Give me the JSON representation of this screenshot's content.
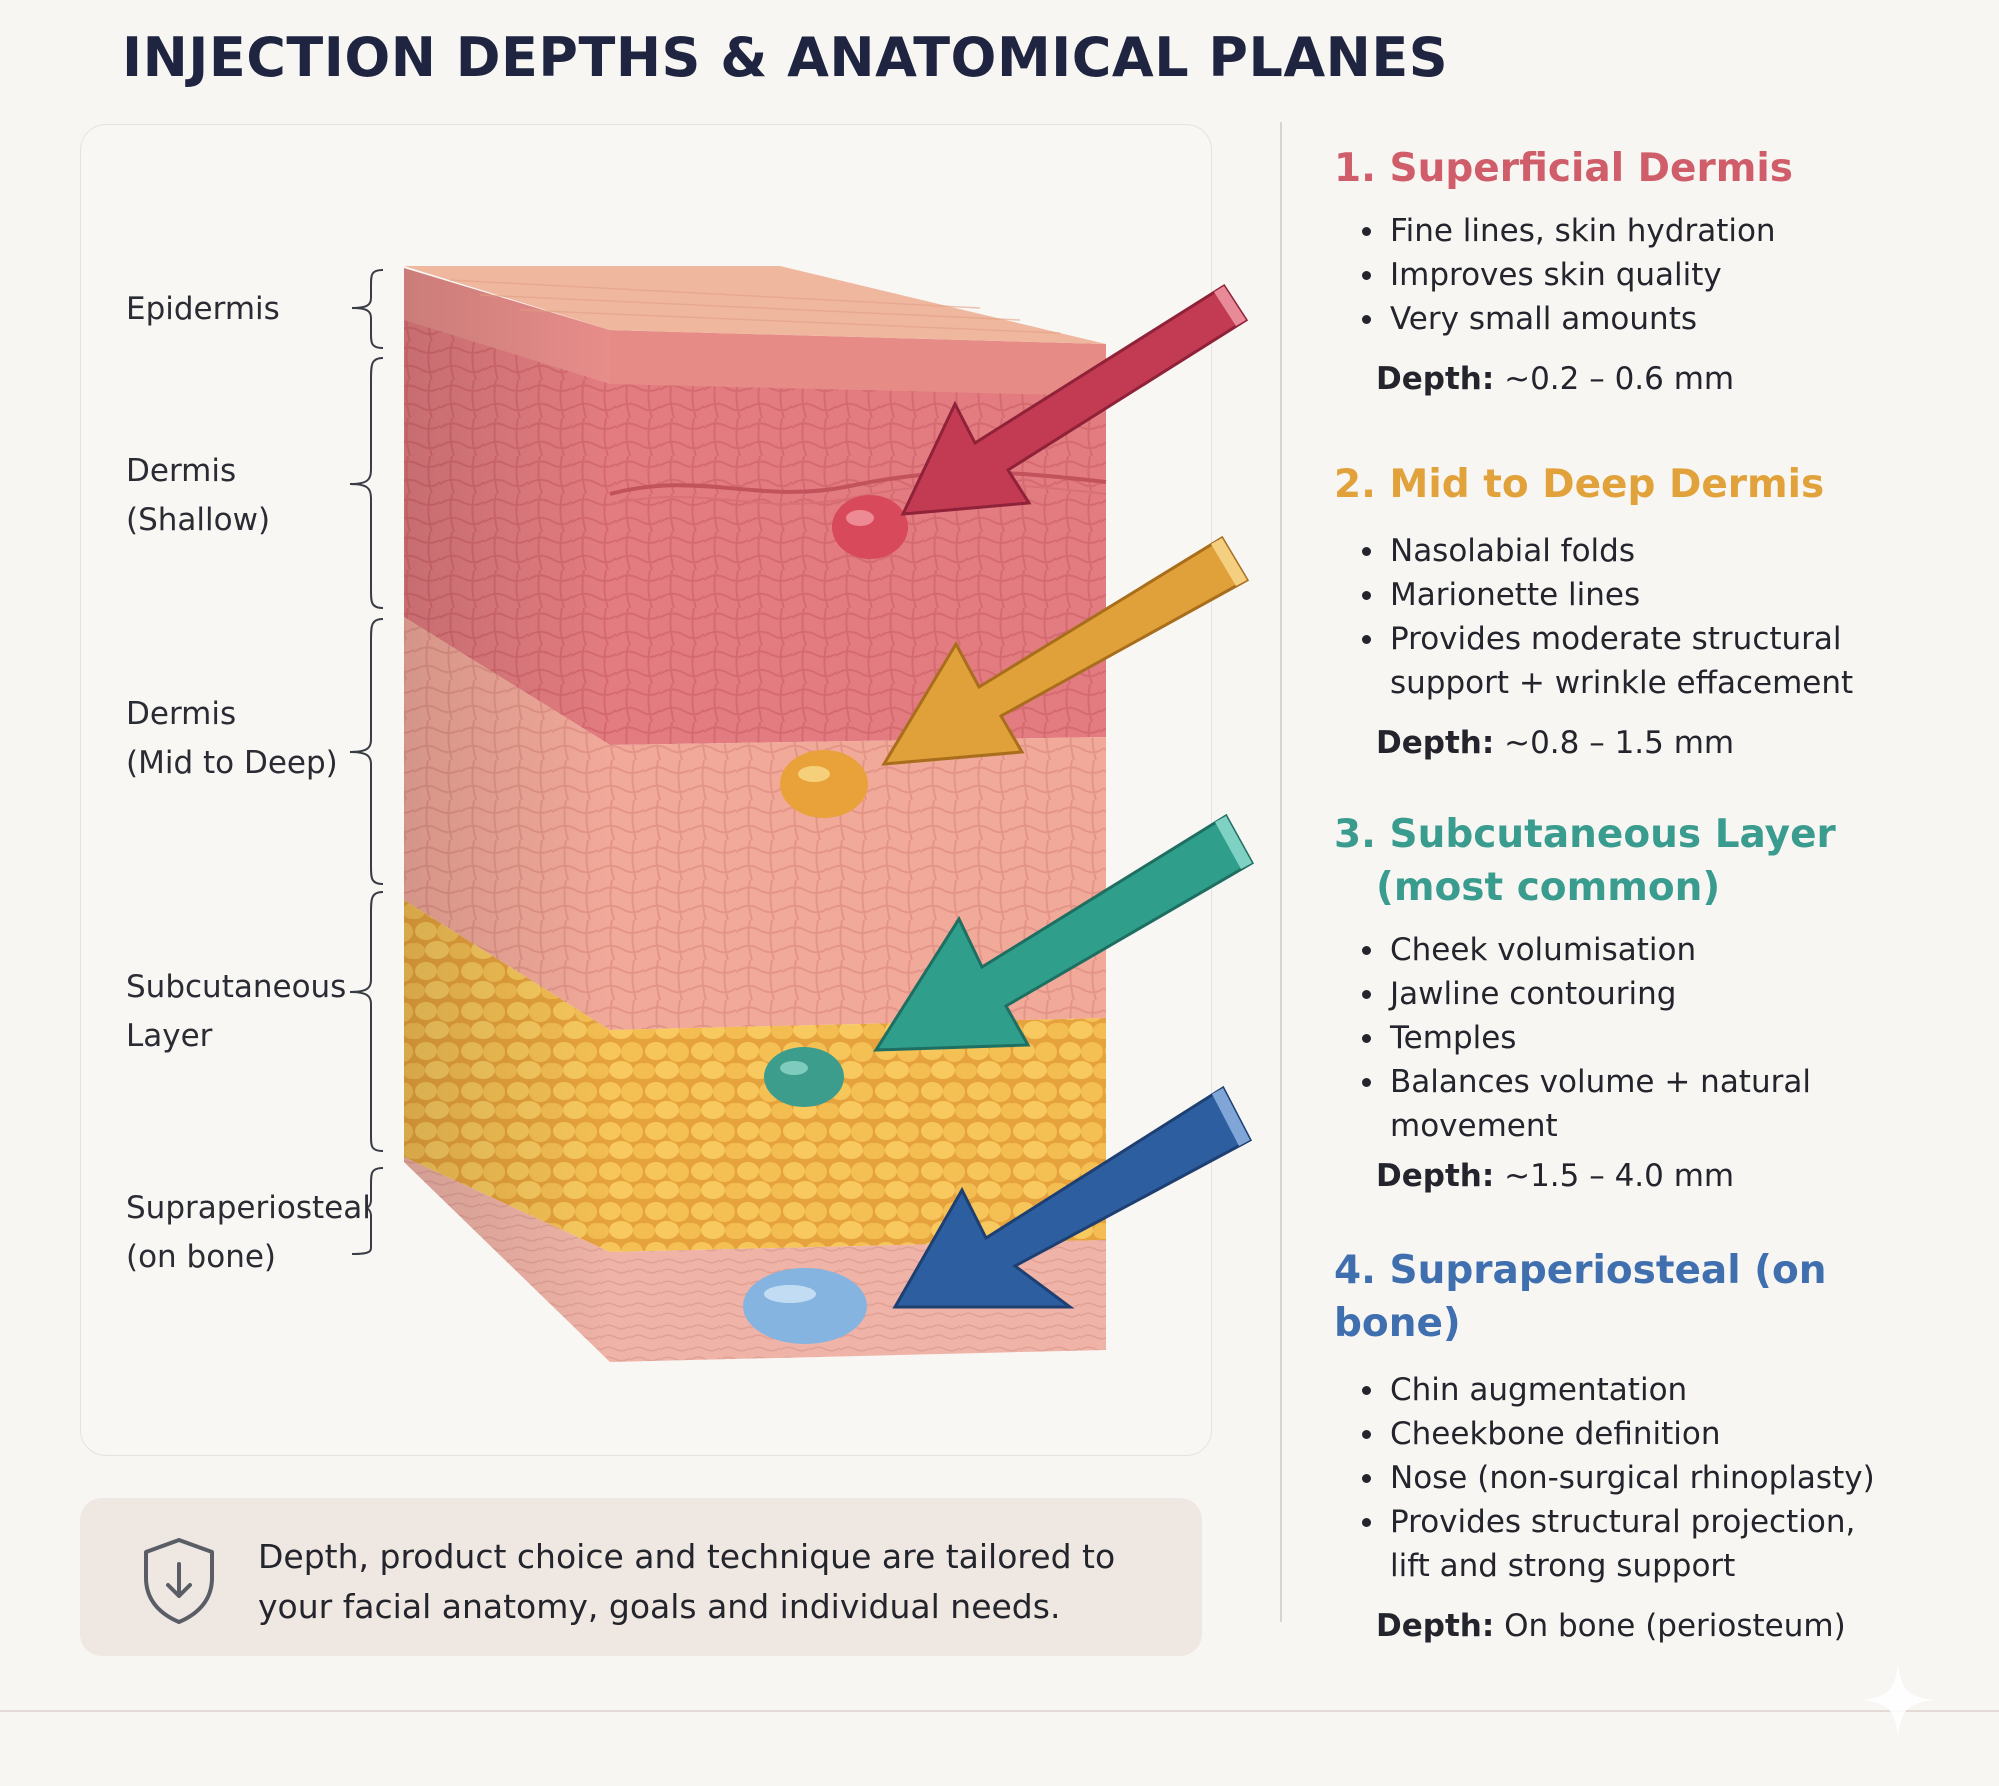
{
  "title": "INJECTION DEPTHS & ANATOMICAL PLANES",
  "layer_labels": [
    {
      "line1": "Epidermis",
      "line2": ""
    },
    {
      "line1": "Dermis",
      "line2": "(Shallow)"
    },
    {
      "line1": "Dermis",
      "line2": "(Mid to Deep)"
    },
    {
      "line1": "Subcutaneous",
      "line2": "Layer"
    },
    {
      "line1": "Supraperiosteal",
      "line2": "(on bone)"
    }
  ],
  "sections": [
    {
      "heading": "1. Superficial Dermis",
      "color": "#cf5d6a",
      "bullets": [
        "Fine lines, skin hydration",
        "Improves skin quality",
        "Very small amounts"
      ],
      "depth_label": "Depth:",
      "depth_value": " ~0.2 – 0.6 mm"
    },
    {
      "heading": "2. Mid to Deep Dermis",
      "color": "#e2a23b",
      "bullets": [
        "Nasolabial folds",
        "Marionette lines",
        "Provides moderate structural support + wrinkle effacement"
      ],
      "depth_label": "Depth:",
      "depth_value": " ~0.8 – 1.5 mm"
    },
    {
      "heading": "3. Subcutaneous Layer (most common)",
      "heading_line1": "3. Subcutaneous Layer",
      "heading_line2": "(most common)",
      "color": "#3a9c8e",
      "bullets": [
        "Cheek volumisation",
        "Jawline contouring",
        "Temples",
        "Balances volume + natural movement"
      ],
      "depth_label": "Depth:",
      "depth_value": " ~1.5 – 4.0 mm"
    },
    {
      "heading": "4. Supraperiosteal (on bone)",
      "color": "#3f6fae",
      "bullets": [
        "Chin augmentation",
        "Cheekbone definition",
        "Nose (non-surgical rhinoplasty)",
        "Provides structural projection, lift and strong support"
      ],
      "depth_label": "Depth:",
      "depth_value": " On bone (periosteum)"
    }
  ],
  "note": "Depth, product choice and technique are tailored to your facial anatomy, goals and individual needs.",
  "icons": {
    "note": "shield-arrow-icon",
    "corner": "sparkle-icon"
  }
}
